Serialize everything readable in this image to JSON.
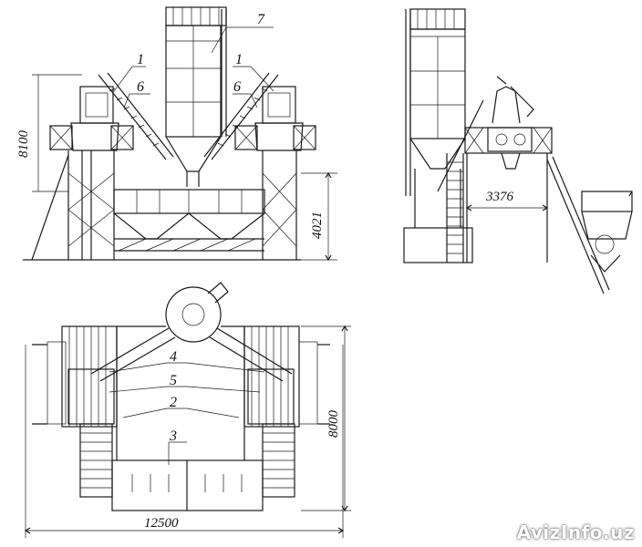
{
  "labels": {
    "l1a": "1",
    "l1b": "1",
    "l6a": "6",
    "l6b": "6",
    "l7": "7",
    "l4": "4",
    "l5": "5",
    "l2": "2",
    "l3": "3"
  },
  "dimensions": {
    "height_total": "8100",
    "height_lower": "4021",
    "span_side": "3376",
    "depth_plan": "8000",
    "width_plan": "12500"
  },
  "watermark": "AvizInfo.uz",
  "colors": {
    "line": "#1a1a1a",
    "background": "#ffffff"
  }
}
